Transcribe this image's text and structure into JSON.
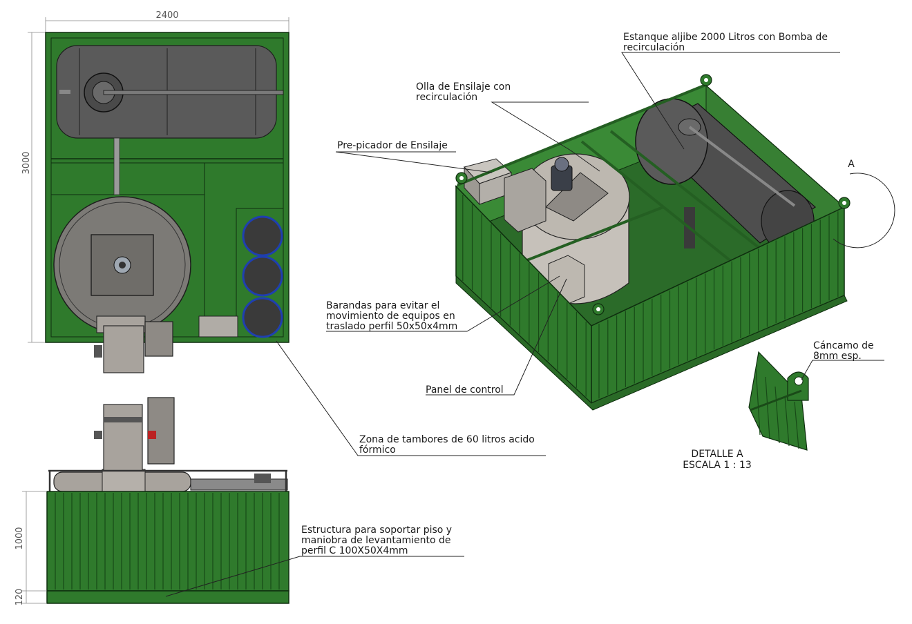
{
  "dimensions": {
    "width": "2400",
    "height": "3000",
    "side_height": "1000",
    "base_height": "120"
  },
  "labels": {
    "tank": [
      "Estanque aljibe 2000 Litros con Bomba de",
      "recirculación"
    ],
    "pot": [
      "Olla de Ensilaje con",
      "recirculación"
    ],
    "prechopper": [
      "Pre-picador de Ensilaje"
    ],
    "rails": [
      "Barandas para evitar el",
      "movimiento de equipos en",
      "traslado perfil 50x50x4mm"
    ],
    "panel": [
      "Panel de control"
    ],
    "drums": [
      "Zona de tambores de 60 litros acido",
      "fórmico"
    ],
    "structure": [
      "Estructura para soportar piso y",
      "maniobra de levantamiento de",
      "perfil C 100X50X4mm"
    ],
    "eyebolt": [
      "Cáncamo de",
      "8mm esp."
    ],
    "detail_marker": "A",
    "detail_title": [
      "DETALLE A",
      "ESCALA 1 : 13"
    ]
  },
  "colors": {
    "frame_green": "#2f7a2c",
    "dark_green": "#174a17",
    "tank_grey": "#5a5a5a",
    "drum_blue": "#1f3fb0",
    "pot_grey": "#a8a39d"
  }
}
